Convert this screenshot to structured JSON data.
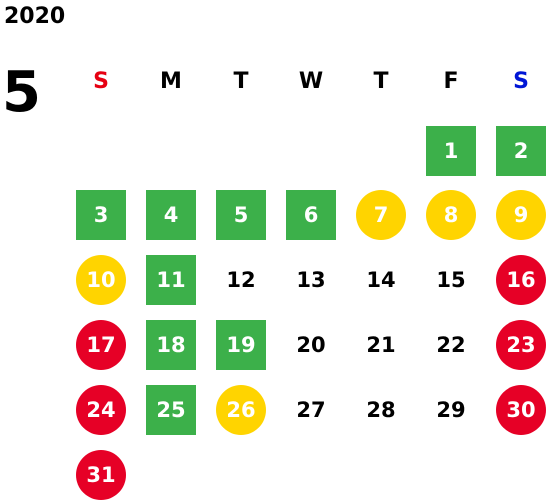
{
  "calendar": {
    "year": "2020",
    "month": "5",
    "weekdays": [
      "S",
      "M",
      "T",
      "W",
      "T",
      "F",
      "S"
    ],
    "days": [
      {
        "label": "1",
        "type": "green"
      },
      {
        "label": "2",
        "type": "green"
      },
      {
        "label": "3",
        "type": "green"
      },
      {
        "label": "4",
        "type": "green"
      },
      {
        "label": "5",
        "type": "green"
      },
      {
        "label": "6",
        "type": "green"
      },
      {
        "label": "7",
        "type": "yellow"
      },
      {
        "label": "8",
        "type": "yellow"
      },
      {
        "label": "9",
        "type": "yellow"
      },
      {
        "label": "10",
        "type": "yellow"
      },
      {
        "label": "11",
        "type": "green"
      },
      {
        "label": "12",
        "type": "plain"
      },
      {
        "label": "13",
        "type": "plain"
      },
      {
        "label": "14",
        "type": "plain"
      },
      {
        "label": "15",
        "type": "plain"
      },
      {
        "label": "16",
        "type": "red"
      },
      {
        "label": "17",
        "type": "red"
      },
      {
        "label": "18",
        "type": "green"
      },
      {
        "label": "19",
        "type": "green"
      },
      {
        "label": "20",
        "type": "plain"
      },
      {
        "label": "21",
        "type": "plain"
      },
      {
        "label": "22",
        "type": "plain"
      },
      {
        "label": "23",
        "type": "red"
      },
      {
        "label": "24",
        "type": "red"
      },
      {
        "label": "25",
        "type": "green"
      },
      {
        "label": "26",
        "type": "yellow"
      },
      {
        "label": "27",
        "type": "plain"
      },
      {
        "label": "28",
        "type": "plain"
      },
      {
        "label": "29",
        "type": "plain"
      },
      {
        "label": "30",
        "type": "red"
      },
      {
        "label": "31",
        "type": "red"
      }
    ]
  },
  "colors": {
    "green": "#3cb04a",
    "yellow": "#ffd400",
    "red": "#e60026",
    "sunday_header": "#e60012",
    "saturday_header": "#0016d6"
  }
}
